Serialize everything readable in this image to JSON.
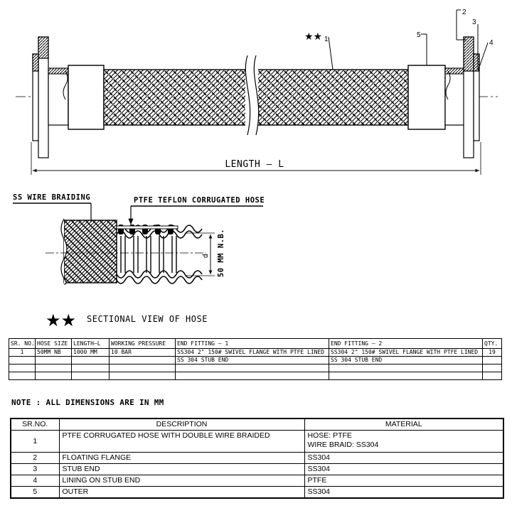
{
  "drawing": {
    "length_label": "LENGTH  —  L",
    "callouts": [
      "★★1",
      "2",
      "3",
      "4",
      "5"
    ],
    "callout_star_marks": "★★",
    "callout_1": "1",
    "callout_2": "2",
    "callout_3": "3",
    "callout_4": "4",
    "callout_5": "5"
  },
  "section": {
    "braiding_label": "SS WIRE BRAIDING",
    "hose_label": "PTFE TEFLON CORRUGATED HOSE",
    "dim_d": "d",
    "dim_nb": "50 MM N.B.",
    "caption_stars": "★★",
    "caption": "SECTIONAL VIEW OF HOSE"
  },
  "spec_table": {
    "headers": [
      "SR. NO.",
      "HOSE SIZE",
      "LENGTH—L",
      "WORKING PRESSURE",
      "END FITTING — 1",
      "END FITTING — 2",
      "QTY."
    ],
    "rows": [
      [
        "1",
        "50MM NB",
        "1000 MM",
        "10 BAR",
        "SS304 2\" 150# SWIVEL FLANGE WITH PTFE LINED",
        "SS304 2\" 150# SWIVEL FLANGE WITH PTFE LINED",
        "19"
      ],
      [
        "",
        "",
        "",
        "",
        "SS 304 STUB END",
        "SS 304 STUB END",
        ""
      ],
      [
        "",
        "",
        "",
        "",
        "",
        "",
        ""
      ],
      [
        "",
        "",
        "",
        "",
        "",
        "",
        ""
      ]
    ]
  },
  "note": "NOTE : ALL DIMENSIONS ARE IN MM",
  "parts_table": {
    "headers": [
      "SR.NO.",
      "DESCRIPTION",
      "MATERIAL"
    ],
    "rows": [
      {
        "sr": "1",
        "desc": "PTFE CORRUGATED HOSE WITH DOUBLE WIRE BRAIDED",
        "mat1": "HOSE: PTFE",
        "mat2": "WIRE BRAID: SS304"
      },
      {
        "sr": "2",
        "desc": "FLOATING FLANGE",
        "mat1": "SS304",
        "mat2": ""
      },
      {
        "sr": "3",
        "desc": "STUB END",
        "mat1": "SS304",
        "mat2": ""
      },
      {
        "sr": "4",
        "desc": "LINING ON STUB END",
        "mat1": "PTFE",
        "mat2": ""
      },
      {
        "sr": "5",
        "desc": "OUTER",
        "mat1": "SS304",
        "mat2": ""
      }
    ]
  }
}
